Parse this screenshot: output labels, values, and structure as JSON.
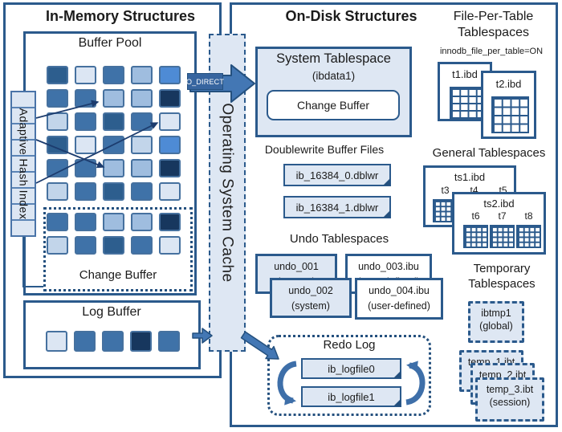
{
  "palette": {
    "darkest": "#17375E",
    "dark": "#2D5E8E",
    "med": "#3F72A8",
    "bright": "#4E8BD5",
    "light": "#9FBDDF",
    "lighter": "#C2D5EA",
    "lightest": "#DCE6F3"
  },
  "colors": {
    "boxBorder": "#2B5A8C",
    "darkBorder": "#24507E",
    "arrowFill": "#4377B4",
    "lightFill": "#DEE7F3",
    "thinArrow": "#1C3C6E"
  },
  "inMemory": {
    "title": "In-Memory Structures",
    "bufferPoolTitle": "Buffer Pool",
    "ahiLabel": "Adaptive Hash Index",
    "changeBufferLabel": "Change Buffer",
    "logBufferTitle": "Log Buffer"
  },
  "osCache": {
    "label": "Operating System Cache",
    "odirectLabel": "O_DIRECT"
  },
  "onDisk": {
    "title": "On-Disk Structures",
    "systemTablespace": {
      "title": "System Tablespace",
      "subtitle": "(ibdata1)",
      "changeBuffer": "Change Buffer"
    },
    "doublewrite": {
      "title": "Doublewrite Buffer Files",
      "files": [
        "ib_16384_0.dblwr",
        "ib_16384_1.dblwr"
      ]
    },
    "undo": {
      "title": "Undo Tablespaces",
      "boxes": [
        {
          "name": "undo_001",
          "type": "(system)"
        },
        {
          "name": "undo_002",
          "type": "(system)"
        },
        {
          "name": "undo_003.ibu",
          "type": "(user-defined)"
        },
        {
          "name": "undo_004.ibu",
          "type": "(user-defined)"
        }
      ]
    },
    "redo": {
      "title": "Redo Log",
      "files": [
        "ib_logfile0",
        "ib_logfile1"
      ]
    },
    "filePerTable": {
      "titleLine1": "File-Per-Table",
      "titleLine2": "Tablespaces",
      "setting": "innodb_file_per_table=ON",
      "files": [
        {
          "name": "t1.ibd"
        },
        {
          "name": "t2.ibd"
        }
      ]
    },
    "general": {
      "title": "General Tablespaces",
      "tablespaces": [
        {
          "name": "ts1.ibd",
          "tables": [
            "t3",
            "t4",
            "t5"
          ]
        },
        {
          "name": "ts2.ibd",
          "tables": [
            "t6",
            "t7",
            "t8"
          ]
        }
      ]
    },
    "temporary": {
      "titleLine1": "Temporary",
      "titleLine2": "Tablespaces",
      "globalBox": {
        "name": "ibtmp1",
        "scope": "(global)"
      },
      "sessionBoxes": [
        {
          "name": "temp_1.ibt"
        },
        {
          "name": "temp_2.ibt"
        },
        {
          "name": "temp_3.ibt",
          "scope": "(session)"
        }
      ]
    }
  },
  "grids": {
    "bufferPool": [
      [
        "dark",
        "lightest",
        "med",
        "light",
        "bright"
      ],
      [
        "med",
        "med",
        "light",
        "light",
        "darkest"
      ],
      [
        "lighter",
        "med",
        "dark",
        "med",
        "lightest"
      ],
      [
        "dark",
        "lightest",
        "med",
        "lighter",
        "bright"
      ],
      [
        "med",
        "med",
        "light",
        "light",
        "darkest"
      ],
      [
        "lighter",
        "med",
        "dark",
        "med",
        "lightest"
      ]
    ],
    "changeBuffer": [
      [
        "med",
        "med",
        "light",
        "light",
        "darkest"
      ],
      [
        "lighter",
        "med",
        "dark",
        "med",
        "lightest"
      ]
    ],
    "logBuffer": [
      "lightest",
      "med",
      "med",
      "darkest",
      "med"
    ]
  }
}
